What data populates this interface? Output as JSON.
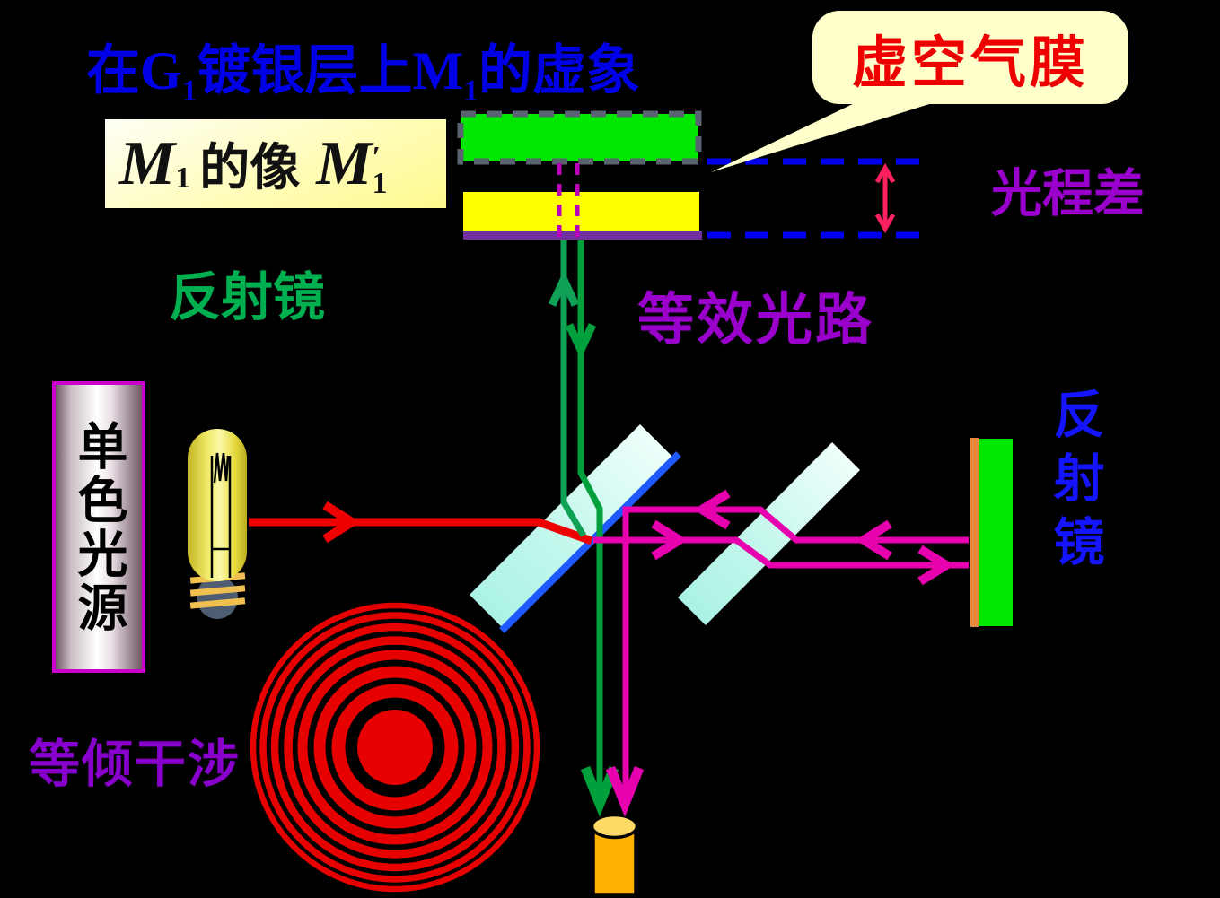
{
  "labels": {
    "title": {
      "p1": "在G",
      "sub1": "1",
      "p2": "镀银层上M",
      "sub2": "1",
      "p3": "的虚象"
    },
    "m1_image": {
      "m1": "M",
      "m1_sub": "1",
      "text": "的像",
      "m2": "M",
      "m2_prime": "′",
      "m2_sub": "1"
    },
    "callout": "虚空气膜",
    "optical_path_diff": "光程差",
    "mirror_left": "反射镜",
    "equivalent_path": "等效光路",
    "source": "单色光源",
    "mirror_right": "反射镜",
    "interference": "等倾干涉"
  },
  "colors": {
    "background": "#000000",
    "title_blue": "#0000E6",
    "virtual_image_green": "#00E800",
    "dashed_border_gray": "#5A6372",
    "m1_yellow": "#FFFF00",
    "mirror_line_purple": "#7030A0",
    "air_film_dashed_blue": "#0000EE",
    "path_diff_pink": "#FF2060",
    "callout_bg": "#FFFFCC",
    "callout_red": "#EE0000",
    "purple_text": "#9900CC",
    "green_text": "#00B050",
    "blue_text": "#1414FF",
    "red_beam": "#EE0000",
    "green_beam_up": "#0FA257",
    "green_beam_down": "#00A03C",
    "magenta_beam": "#E600AE",
    "plate_cyan_light": "#F4FFFC",
    "plate_cyan_dark": "#A5F1E2",
    "coating_blue": "#1E5AFF",
    "mirror_m2_green": "#00E800",
    "mirror_m2_orange": "#E8883C",
    "rings_red": "#E60000",
    "detector_orange": "#FFB300",
    "detector_top": "#FFD966"
  }
}
